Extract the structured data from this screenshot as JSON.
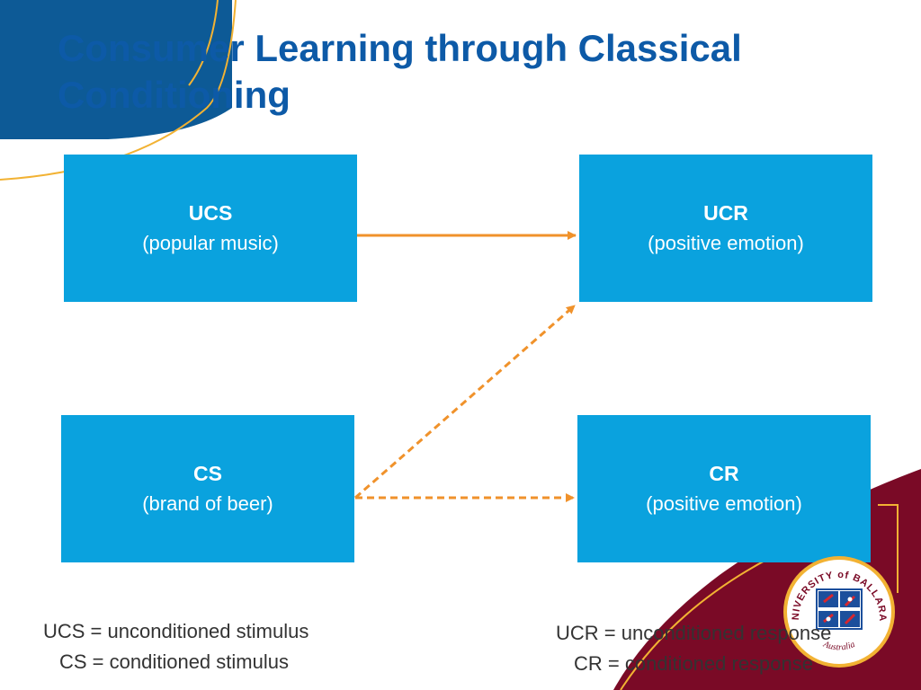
{
  "title": "Consumer Learning through Classical Conditioning",
  "boxes": {
    "ucs": {
      "head": "UCS",
      "sub": "(popular music)"
    },
    "ucr": {
      "head": "UCR",
      "sub": "(positive emotion)"
    },
    "cs": {
      "head": "CS",
      "sub": "(brand of beer)"
    },
    "cr": {
      "head": "CR",
      "sub": "(positive emotion)"
    }
  },
  "legend": {
    "ucs": "UCS = unconditioned stimulus",
    "cs": "CS = conditioned stimulus",
    "ucr": "UCR = unconditioned response",
    "cr": "CR = conditioned response"
  },
  "logo": {
    "text": "UNIVERSITY of BALLARAT",
    "sub": "Australia"
  },
  "colors": {
    "title": "#0d5aa7",
    "box": "#0aa2de",
    "arrow": "#f0922b",
    "maroon": "#7a0a26",
    "corner_blue": "#0d5a96",
    "gold_line": "#f2b233"
  }
}
